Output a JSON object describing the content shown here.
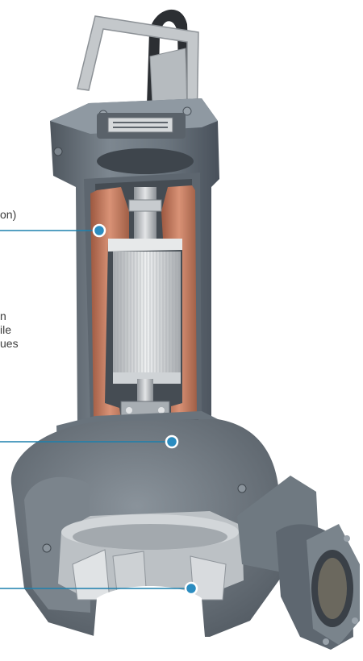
{
  "callouts": [
    {
      "text": "on)"
    },
    {
      "text": "n\nile\nues"
    }
  ],
  "colors": {
    "leader_line": "#1d80ad",
    "marker_fill": "#2b8cc0",
    "marker_ring": "#ffffff",
    "casing": "#69737d",
    "casing_dark": "#3f464d",
    "copper": "#c77a5c",
    "stator": "#d9dcde",
    "steel": "#b9bec2"
  },
  "icons": [
    "pump-cutaway-illustration"
  ]
}
